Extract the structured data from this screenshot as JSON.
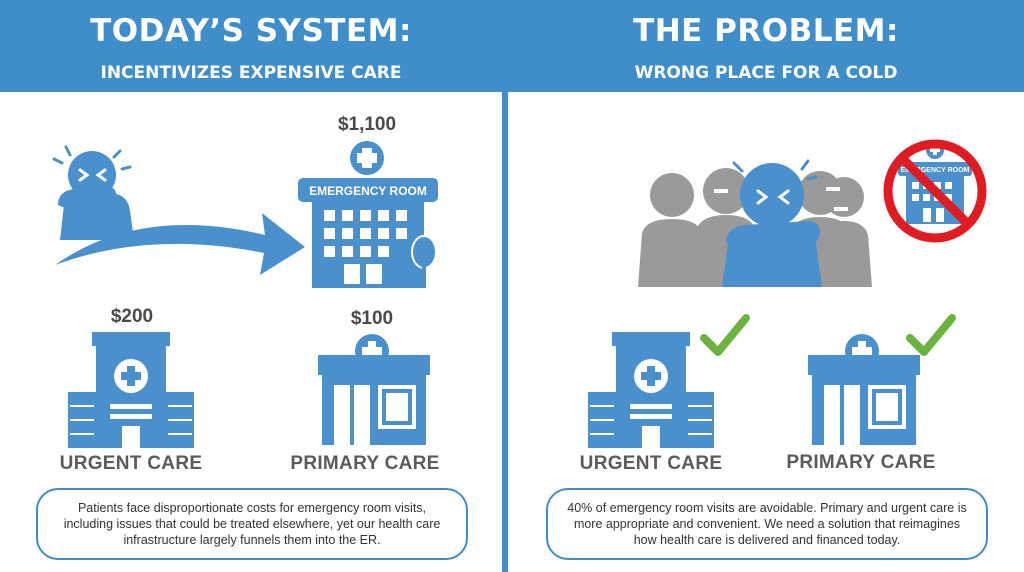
{
  "left": {
    "title": "TODAY’S SYSTEM:",
    "subtitle": "INCENTIVIZES EXPENSIVE CARE",
    "er_price": "$1,100",
    "er_sign": "EMERGENCY ROOM",
    "urgent_price": "$200",
    "primary_price": "$100",
    "urgent_label": "URGENT CARE",
    "primary_label": "PRIMARY CARE",
    "note": "Patients face disproportionate costs for emergency room visits, including issues that could be treated elsewhere, yet our health care infrastructure largely funnels them into the ER."
  },
  "right": {
    "title": "THE PROBLEM:",
    "subtitle": "WRONG PLACE FOR A COLD",
    "er_sign": "EMERGENCY ROOM",
    "urgent_label": "URGENT CARE",
    "primary_label": "PRIMARY CARE",
    "note": "40% of emergency room visits are avoidable. Primary and urgent care is more appropriate and convenient. We need a solution that reimagines how health care is delivered and financed today."
  },
  "colors": {
    "brand_blue": "#3f8ec9",
    "icon_blue": "#4a90cc",
    "gray": "#9a9a9a",
    "check_green": "#6cb33f",
    "no_red": "#e11b22"
  },
  "icons": [
    "sick-person-icon",
    "arrow-icon",
    "emergency-room-icon",
    "urgent-care-icon",
    "primary-care-icon",
    "crowd-icon",
    "no-er-icon",
    "checkmark-icon"
  ]
}
